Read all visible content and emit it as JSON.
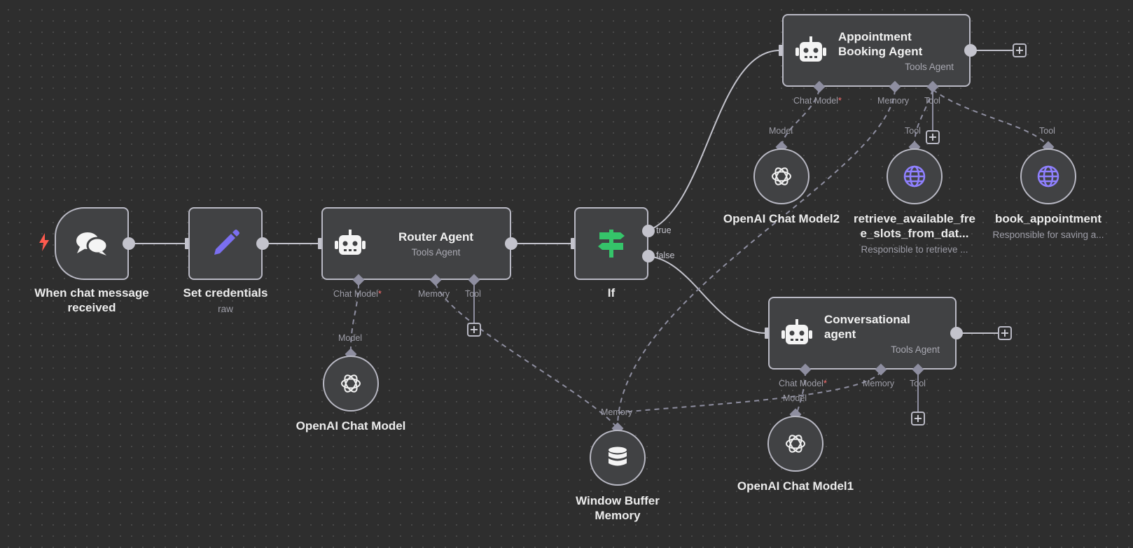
{
  "nodes": {
    "chat_trigger": {
      "label": "When chat message received",
      "icon": "chat-bubbles-icon"
    },
    "set_credentials": {
      "label": "Set credentials",
      "subtitle": "raw",
      "icon": "pencil-icon"
    },
    "router_agent": {
      "title": "Router Agent",
      "subtitle": "Tools Agent",
      "icon": "robot-icon"
    },
    "if_node": {
      "label": "If",
      "icon": "signpost-icon",
      "outputs": {
        "true": "true",
        "false": "false"
      }
    },
    "appointment_agent": {
      "title": "Appointment Booking Agent",
      "subtitle": "Tools Agent",
      "icon": "robot-icon"
    },
    "conversational_agent": {
      "title": "Conversational agent",
      "subtitle": "Tools Agent",
      "icon": "robot-icon"
    },
    "openai_model": {
      "label": "OpenAI Chat Model",
      "icon": "openai-icon"
    },
    "openai_model1": {
      "label": "OpenAI Chat Model1",
      "icon": "openai-icon"
    },
    "openai_model2": {
      "label": "OpenAI Chat Model2",
      "icon": "openai-icon"
    },
    "window_memory": {
      "label": "Window Buffer Memory",
      "icon": "database-icon"
    },
    "retrieve_tool": {
      "label": "retrieve_available_free_slots_from_dat...",
      "subtitle": "Responsible to retrieve ...",
      "icon": "globe-icon"
    },
    "book_tool": {
      "label": "book_appointment",
      "subtitle": "Responsible for saving a...",
      "icon": "globe-icon"
    }
  },
  "ports": {
    "chat_model": "Chat Model",
    "required_mark": "*",
    "memory": "Memory",
    "tool": "Tool",
    "model": "Model"
  },
  "colors": {
    "background": "#2e2e2e",
    "node_fill": "#414244",
    "node_border": "#b9b9c4",
    "pencil": "#7b6ff0",
    "signpost": "#35c46a",
    "globe": "#8f80ff",
    "trigger_bolt": "#ff5a4e",
    "required": "#ff6e6e"
  }
}
